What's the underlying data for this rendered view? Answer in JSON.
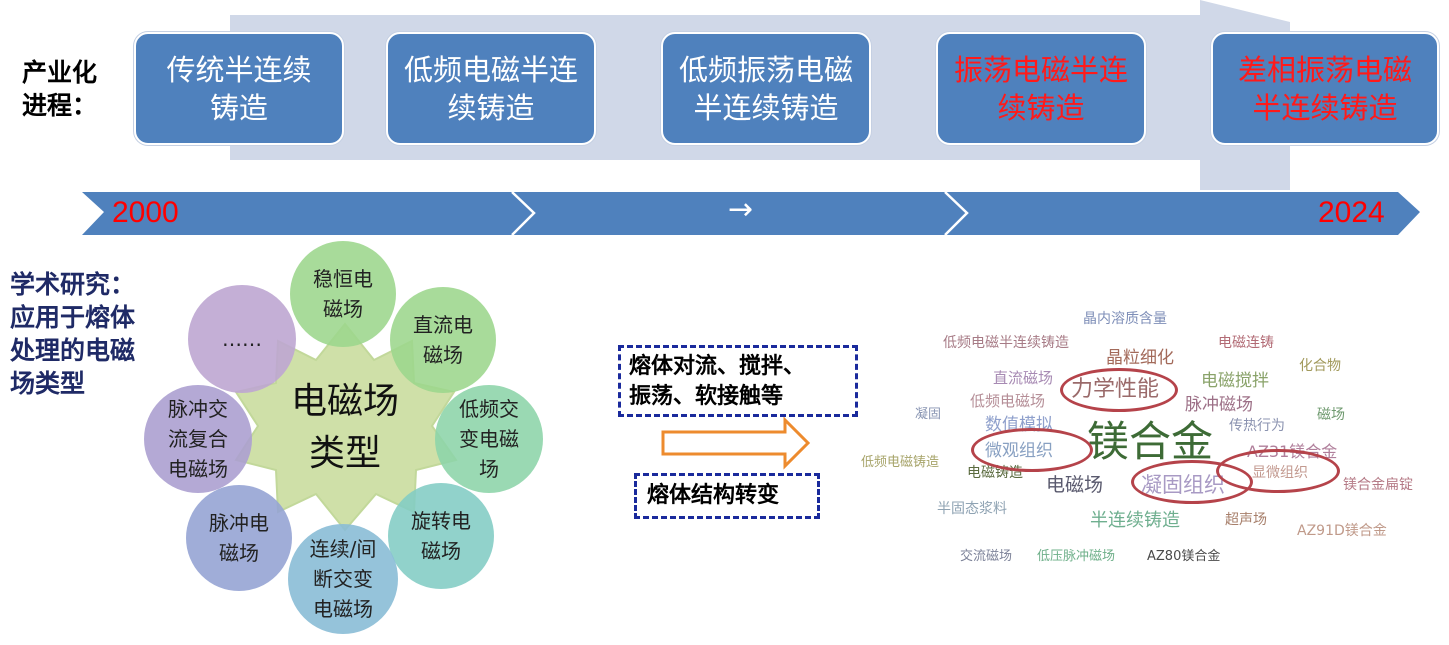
{
  "industrial": {
    "label_line1": "产业化",
    "label_line2": "进程：",
    "stages": [
      {
        "line1": "传统半连续",
        "line2": "铸造"
      },
      {
        "line1": "低频电磁半连",
        "line2": "续铸造"
      },
      {
        "line1": "低频振荡电磁",
        "line2": "半连续铸造"
      },
      {
        "line1": "振荡电磁半连",
        "line2": "续铸造"
      },
      {
        "line1": "差相振荡电磁",
        "line2": "半连续铸造"
      }
    ],
    "stage_colors": {
      "normal_text": "#ffffff",
      "highlight_text": "#ff1a1a",
      "box": "#4f81bd"
    }
  },
  "timeline": {
    "start_year": "2000",
    "arrow_glyph": "→",
    "end_year": "2024",
    "year_color": "#ff0000",
    "bar_color": "#4f81bd"
  },
  "academic": {
    "line1": "学术研究：",
    "line2": "应用于熔体",
    "line3": "处理的电磁",
    "line4": "场类型"
  },
  "em_types": {
    "center_line1": "电磁场",
    "center_line2": "类型",
    "petals": [
      {
        "line1": "稳恒电",
        "line2": "磁场",
        "line3": ""
      },
      {
        "line1": "直流电",
        "line2": "磁场",
        "line3": ""
      },
      {
        "line1": "低频交",
        "line2": "变电磁",
        "line3": "场"
      },
      {
        "line1": "旋转电",
        "line2": "磁场",
        "line3": ""
      },
      {
        "line1": "连续/间",
        "line2": "断交变",
        "line3": "电磁场"
      },
      {
        "line1": "脉冲电",
        "line2": "磁场",
        "line3": ""
      },
      {
        "line1": "脉冲交",
        "line2": "流复合",
        "line3": "电磁场"
      },
      {
        "line1": "……",
        "line2": "",
        "line3": ""
      }
    ]
  },
  "effects": {
    "box1_line1": "熔体对流、搅拌、",
    "box1_line2": "振荡、软接触等",
    "box2": "熔体结构转变"
  },
  "word_cloud": [
    {
      "text": "晶内溶质含量",
      "color": "#7f8fb8"
    },
    {
      "text": "低频电磁半连续铸造",
      "color": "#a77b86"
    },
    {
      "text": "电磁连铸",
      "color": "#b26b75"
    },
    {
      "text": "晶粒细化",
      "color": "#a36a5a"
    },
    {
      "text": "化合物",
      "color": "#a29a5c"
    },
    {
      "text": "直流磁场",
      "color": "#a78ab3"
    },
    {
      "text": "力学性能",
      "color": "#9a6a6a"
    },
    {
      "text": "电磁搅拌",
      "color": "#8aa36a"
    },
    {
      "text": "低频电磁场",
      "color": "#b58e97"
    },
    {
      "text": "脉冲磁场",
      "color": "#9c6f86"
    },
    {
      "text": "凝固",
      "color": "#8a96b3"
    },
    {
      "text": "数值模拟",
      "color": "#8fa0cc"
    },
    {
      "text": "传热行为",
      "color": "#8b93b0"
    },
    {
      "text": "磁场",
      "color": "#6f9a6f"
    },
    {
      "text": "镁合金",
      "color": "#3d6b36"
    },
    {
      "text": "微观组织",
      "color": "#88a0c2"
    },
    {
      "text": "AZ31镁合金",
      "color": "#b07f9b"
    },
    {
      "text": "低频电磁铸造",
      "color": "#a7a46a"
    },
    {
      "text": "电磁铸造",
      "color": "#5b6b3f"
    },
    {
      "text": "显微组织",
      "color": "#c39a90"
    },
    {
      "text": "电磁场",
      "color": "#5a5a6e"
    },
    {
      "text": "凝固组织",
      "color": "#a89ac4"
    },
    {
      "text": "镁合金扁锭",
      "color": "#b57a86"
    },
    {
      "text": "半固态浆料",
      "color": "#8fa3b3"
    },
    {
      "text": "半连续铸造",
      "color": "#6faf8f"
    },
    {
      "text": "超声场",
      "color": "#a77f6b"
    },
    {
      "text": "AZ91D镁合金",
      "color": "#c09a8a"
    },
    {
      "text": "交流磁场",
      "color": "#7d8399"
    },
    {
      "text": "低压脉冲磁场",
      "color": "#6fb08a"
    },
    {
      "text": "AZ80镁合金",
      "color": "#4a4a4a"
    }
  ]
}
